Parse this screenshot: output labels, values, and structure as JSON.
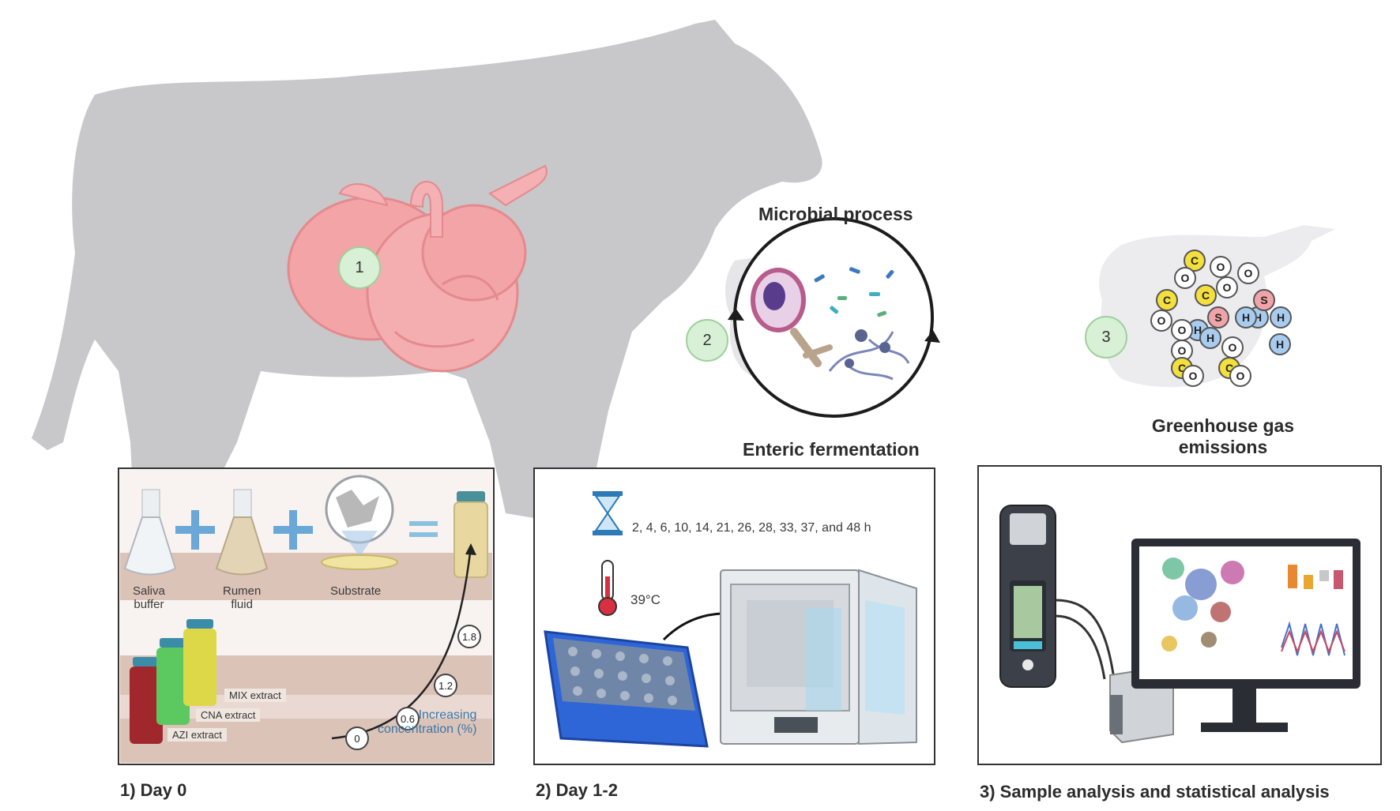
{
  "steps": [
    {
      "badge": "1"
    },
    {
      "badge": "2"
    },
    {
      "badge": "3"
    }
  ],
  "microbial": {
    "top_label": "Microbial process",
    "bottom_label": "Enteric fermentation"
  },
  "gas": {
    "label_line1": "Greenhouse gas",
    "label_line2": "emissions",
    "molecules": [
      "C",
      "O",
      "O",
      "O",
      "C",
      "O",
      "C",
      "H",
      "S",
      "S",
      "O",
      "H",
      "H",
      "H",
      "H",
      "O",
      "O",
      "H",
      "C",
      "O",
      "C",
      "O",
      "O"
    ]
  },
  "panel1": {
    "caption": "1) Day 0",
    "ingredients": [
      "Saliva buffer",
      "Rumen fluid",
      "Substrate"
    ],
    "saliva_line1": "Saliva",
    "saliva_line2": "buffer",
    "rumen_line1": "Rumen",
    "rumen_line2": "fluid",
    "substrate": "Substrate",
    "extracts": [
      "MIX extract",
      "CNA extract",
      "AZI extract"
    ],
    "concentrations": [
      "0",
      "0.6",
      "1.2",
      "1.8"
    ],
    "conc_label_line1": "Increasing",
    "conc_label_line2": "concentration (%)"
  },
  "panel2": {
    "caption": "2) Day 1-2",
    "times": "2, 4, 6, 10, 14, 21, 26, 28, 33, 37, and 48 h",
    "temperature": "39°C"
  },
  "panel3": {
    "caption": "3) Sample analysis and statistical analysis"
  },
  "colors": {
    "cow": "#c8c8ca",
    "rumen": "#f2a4a6",
    "badge": "#d8f0d6",
    "panel_bg": "#f7f1ee",
    "band": "#dcc3b8"
  }
}
